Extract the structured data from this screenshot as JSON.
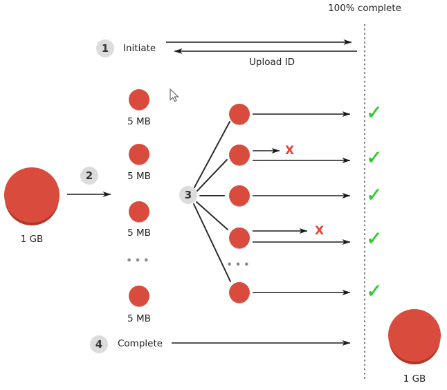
{
  "title": "100% complete",
  "colors": {
    "part-red": "#d84b3d",
    "part-shadow": "#b03728",
    "badge-bg": "#dcdcdc",
    "badge-text": "#333333",
    "green": "#2fcc2f",
    "fail": "#e04538",
    "line": "#1a1a1a",
    "dash": "#7a7a7a",
    "text": "#222222",
    "muted": "#8a8a8a"
  },
  "steps": [
    {
      "num": "1",
      "label": "Initiate"
    },
    {
      "num": "2",
      "label": ""
    },
    {
      "num": "3",
      "label": ""
    },
    {
      "num": "4",
      "label": "Complete"
    }
  ],
  "upload_id_label": "Upload ID",
  "source_object": {
    "label": "1 GB"
  },
  "result_object": {
    "label": "1 GB"
  },
  "parts": [
    {
      "label": "5 MB"
    },
    {
      "label": "5 MB"
    },
    {
      "label": "5 MB"
    },
    {
      "label": "5 MB"
    }
  ],
  "ellipsis": "•••",
  "uploads": [
    {
      "result": "✓"
    },
    {
      "result": "✓",
      "failed_attempt": "X"
    },
    {
      "result": "✓"
    },
    {
      "result": "✓",
      "failed_attempt": "X"
    },
    {
      "result": "✓"
    }
  ]
}
